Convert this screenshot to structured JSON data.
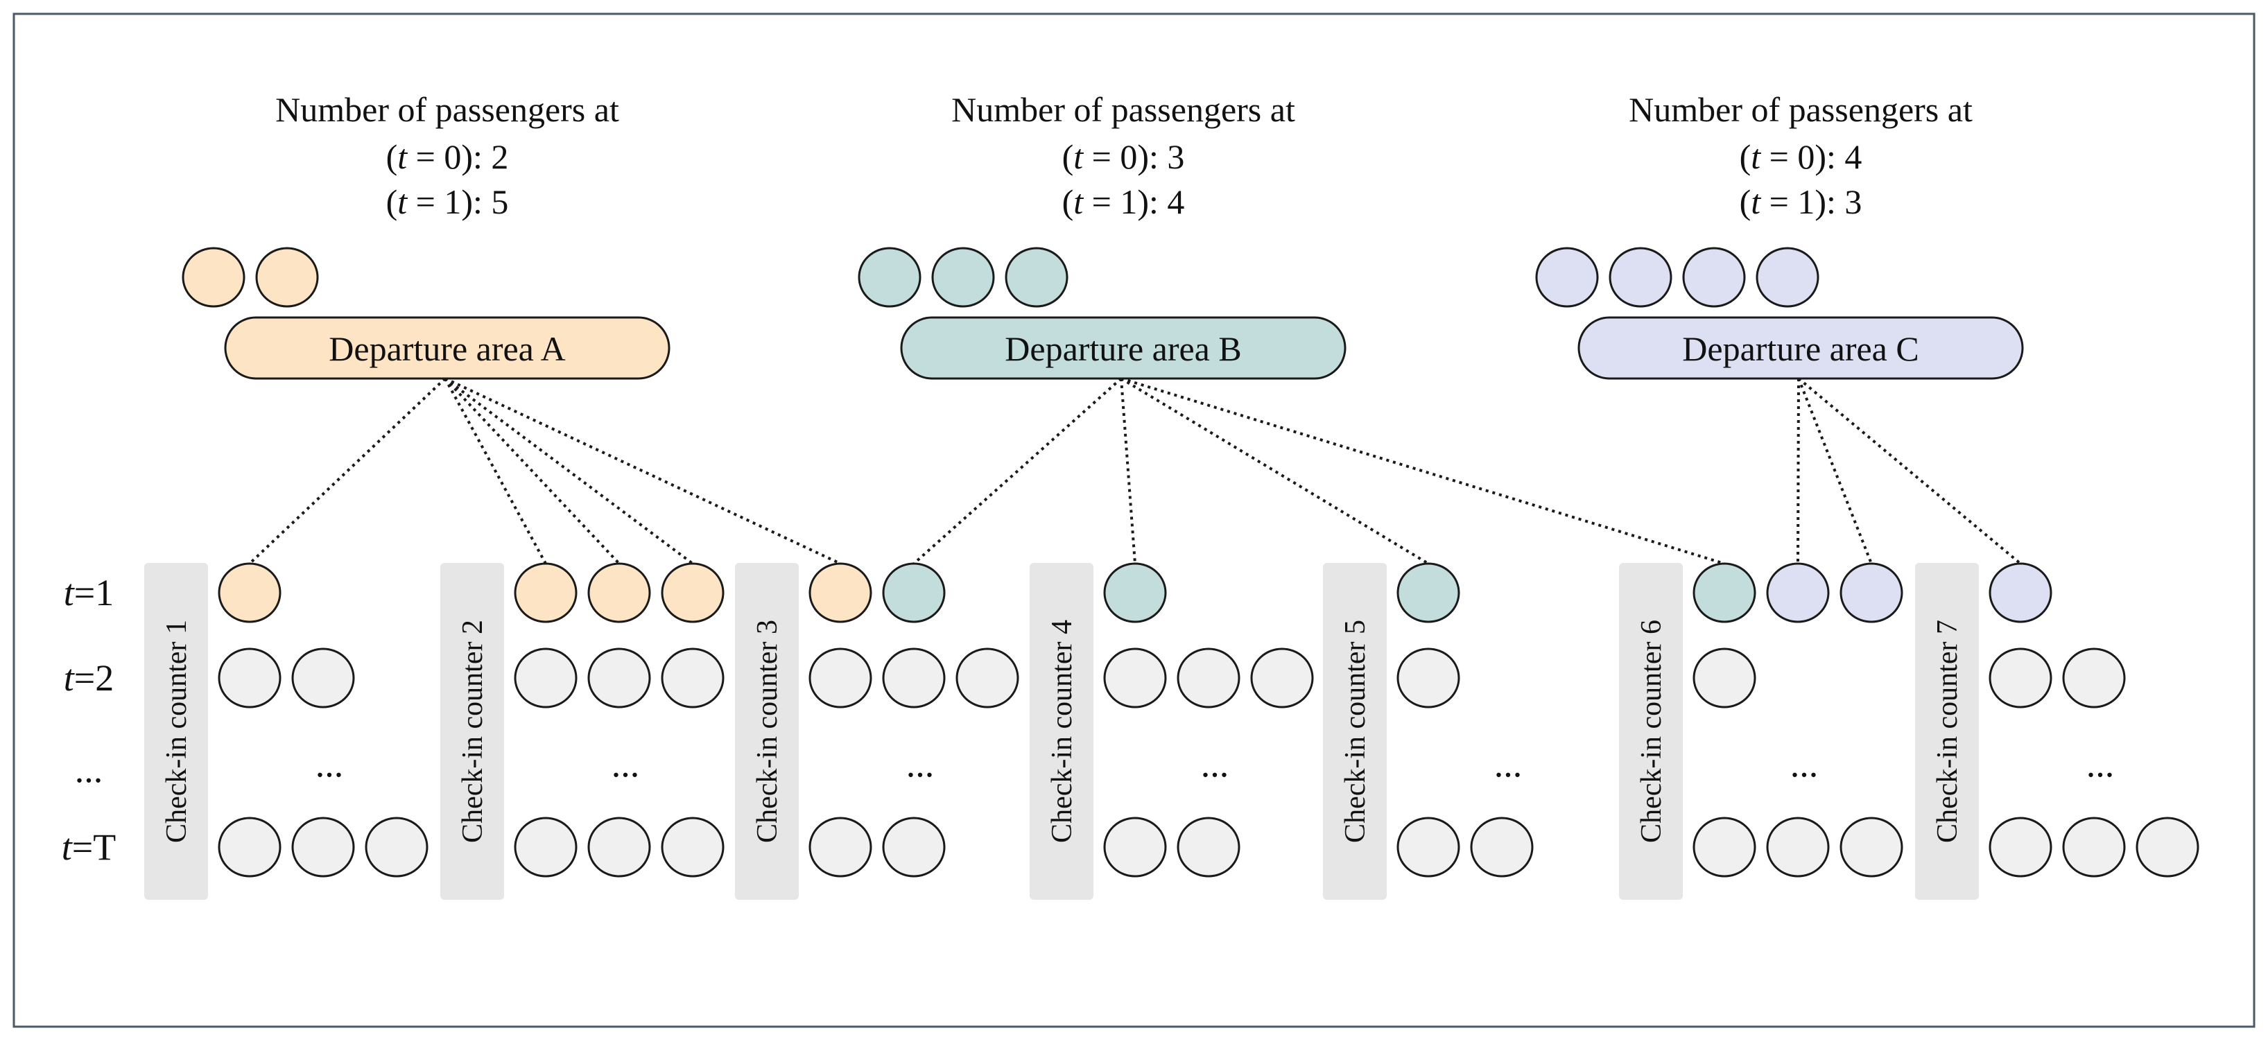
{
  "areas": [
    {
      "id": "A",
      "label": "Departure area A",
      "header": "Number of  passengers at",
      "t0_prefix": "(",
      "t_var": "t",
      "t0_suffix": " = 0): 2",
      "t1_suffix": " = 1): 5",
      "color": "#fde4c4",
      "waiting": 2
    },
    {
      "id": "B",
      "label": "Departure area B",
      "header": "Number of  passengers at",
      "t0_prefix": "(",
      "t_var": "t",
      "t0_suffix": " = 0): 3",
      "t1_suffix": " = 1): 4",
      "color": "#c3dcdc",
      "waiting": 3
    },
    {
      "id": "C",
      "label": "Departure area C",
      "header": "Number of  passengers at",
      "t0_prefix": "(",
      "t_var": "t",
      "t0_suffix": " = 0): 4",
      "t1_suffix": " = 1): 3",
      "color": "#dce0f2",
      "waiting": 4
    }
  ],
  "rows": [
    {
      "var": "t",
      "suffix": "=1"
    },
    {
      "var": "t",
      "suffix": "=2"
    },
    {
      "var": "",
      "suffix": "..."
    },
    {
      "var": "t",
      "suffix": "=T"
    }
  ],
  "counters": [
    {
      "label": "Check-in counter 1",
      "t1": [
        "A"
      ],
      "t2": 2,
      "tT": 3
    },
    {
      "label": "Check-in counter 2",
      "t1": [
        "A",
        "A",
        "A"
      ],
      "t2": 3,
      "tT": 3
    },
    {
      "label": "Check-in counter 3",
      "t1": [
        "A",
        "B"
      ],
      "t2": 3,
      "tT": 2
    },
    {
      "label": "Check-in counter 4",
      "t1": [
        "B"
      ],
      "t2": 3,
      "tT": 2
    },
    {
      "label": "Check-in counter 5",
      "t1": [
        "B"
      ],
      "t2": 1,
      "tT": 2
    },
    {
      "label": "Check-in counter 6",
      "t1": [
        "B",
        "C",
        "C"
      ],
      "t2": 1,
      "tT": 3
    },
    {
      "label": "Check-in counter 7",
      "t1": [
        "C"
      ],
      "t2": 2,
      "tT": 3
    }
  ],
  "ellipsis": "...",
  "colors": {
    "empty_passenger": "#f0f0f0",
    "counter_bar": "#e6e6e6",
    "frame": "#4a5a6a",
    "stroke": "#1a1a1a"
  }
}
